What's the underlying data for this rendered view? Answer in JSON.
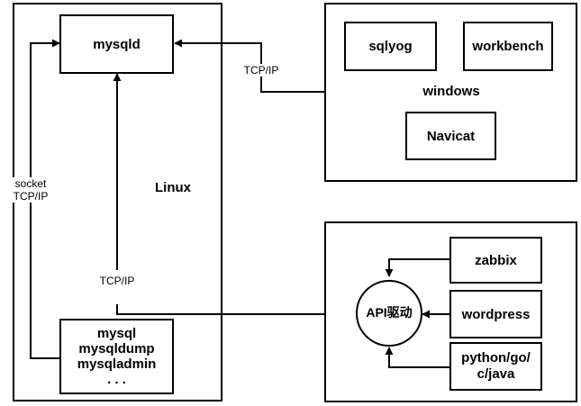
{
  "linux": {
    "label": "Linux",
    "server": "mysqld",
    "clients": [
      "mysql",
      "mysqldump",
      "mysqladmin",
      ". . ."
    ]
  },
  "windows": {
    "label": "windows",
    "tools": [
      "sqlyog",
      "workbench",
      "Navicat"
    ]
  },
  "api": {
    "driver": "API驱动",
    "apps": [
      "zabbix",
      "wordpress",
      "python/go/\nc/java"
    ]
  },
  "links": {
    "socket_label": "socket\nTCP/IP",
    "tcp_client": "TCP/IP",
    "tcp_windows": "TCP/IP"
  }
}
